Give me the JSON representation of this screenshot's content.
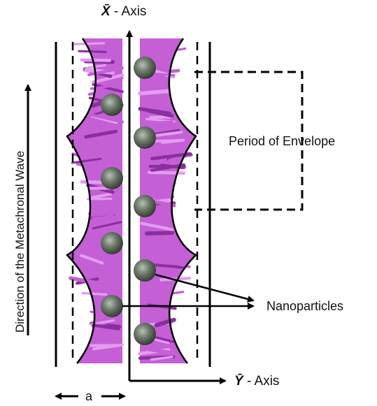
{
  "labels": {
    "x_axis_symbol": "X̄",
    "x_axis_suffix": " - Axis",
    "y_axis_symbol": "Ȳ",
    "y_axis_suffix": " - Axis",
    "period": "Period of Envelope",
    "nanoparticles": "Nanoparticles",
    "wave_direction": "Direction of the Metachronal Wave",
    "width_label": "a"
  },
  "colors": {
    "cilia_fill": "#c45fd6",
    "cilia_light": "#e39cf0",
    "cilia_dark": "#8a2f9e",
    "particle": "#5f6b5f",
    "line": "#000000"
  }
}
